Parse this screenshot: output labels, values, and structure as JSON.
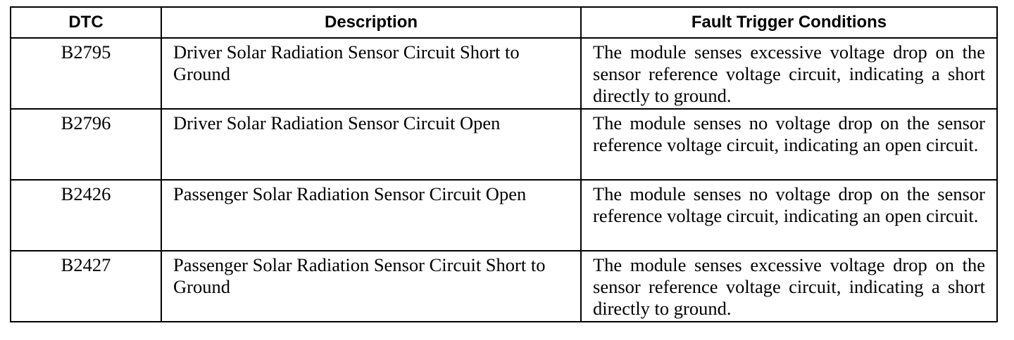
{
  "table": {
    "headers": [
      "DTC",
      "Description",
      "Fault Trigger Conditions"
    ],
    "rows": [
      {
        "dtc": "B2795",
        "description": "Driver Solar Radiation Sensor Circuit Short to Ground",
        "conditions": "The module senses excessive voltage drop on the sensor reference voltage circuit, indicating a short directly to ground."
      },
      {
        "dtc": "B2796",
        "description": "Driver Solar Radiation Sensor Circuit Open",
        "conditions": "The module senses no voltage drop on the sensor reference voltage circuit, indicating an open circuit."
      },
      {
        "dtc": "B2426",
        "description": "Passenger Solar Radiation Sensor Circuit Open",
        "conditions": "The module senses no voltage drop on the sensor reference voltage circuit, indicating an open circuit."
      },
      {
        "dtc": "B2427",
        "description": "Passenger Solar Radiation Sensor Circuit Short to Ground",
        "conditions": "The module senses excessive voltage drop on the sensor reference voltage circuit, indicating a short directly to ground."
      }
    ]
  }
}
